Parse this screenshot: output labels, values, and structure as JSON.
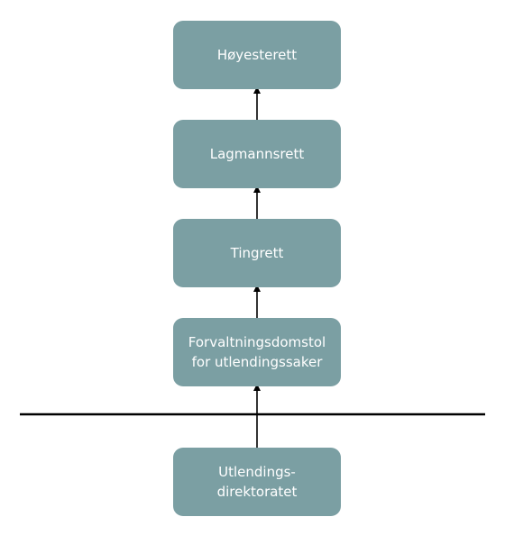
{
  "colors": {
    "box": "#7b9fa3",
    "text": "#ffffff",
    "connector": "#000000",
    "divider": "#000000"
  },
  "nodes": [
    {
      "id": "hoyesterett",
      "lines": [
        "Høyesterett"
      ]
    },
    {
      "id": "lagmannsrett",
      "lines": [
        "Lagmannsrett"
      ]
    },
    {
      "id": "tingrett",
      "lines": [
        "Tingrett"
      ]
    },
    {
      "id": "forvaltningsdomstol",
      "lines": [
        "Forvaltningsdomstol",
        "for utlendingssaker"
      ]
    },
    {
      "id": "utlendingsdirektoratet",
      "lines": [
        "Utlendings-",
        "direktoratet"
      ]
    }
  ],
  "edges": [
    {
      "from": "utlendingsdirektoratet",
      "to": "forvaltningsdomstol"
    },
    {
      "from": "forvaltningsdomstol",
      "to": "tingrett"
    },
    {
      "from": "tingrett",
      "to": "lagmannsrett"
    },
    {
      "from": "lagmannsrett",
      "to": "hoyesterett"
    }
  ]
}
